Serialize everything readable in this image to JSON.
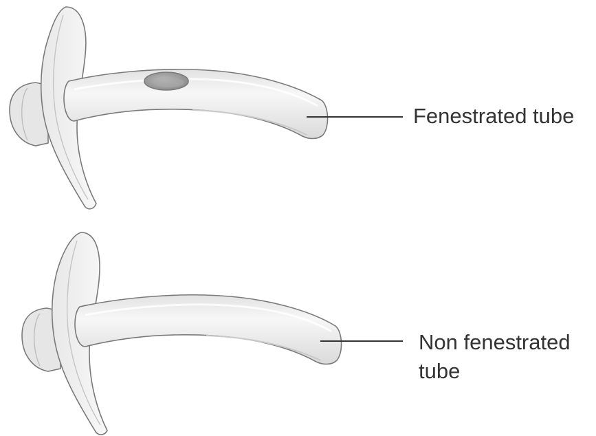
{
  "labels": {
    "fenestrated": "Fenestrated tube",
    "non_fenestrated_line1": "Non fenestrated",
    "non_fenestrated_line2": "tube"
  },
  "colors": {
    "outline": "#7a7a7a",
    "fill": "#f0f0f0",
    "shade": "#d6d6d6",
    "hole": "#9a9a9a",
    "leader": "#333333",
    "text": "#333333"
  }
}
